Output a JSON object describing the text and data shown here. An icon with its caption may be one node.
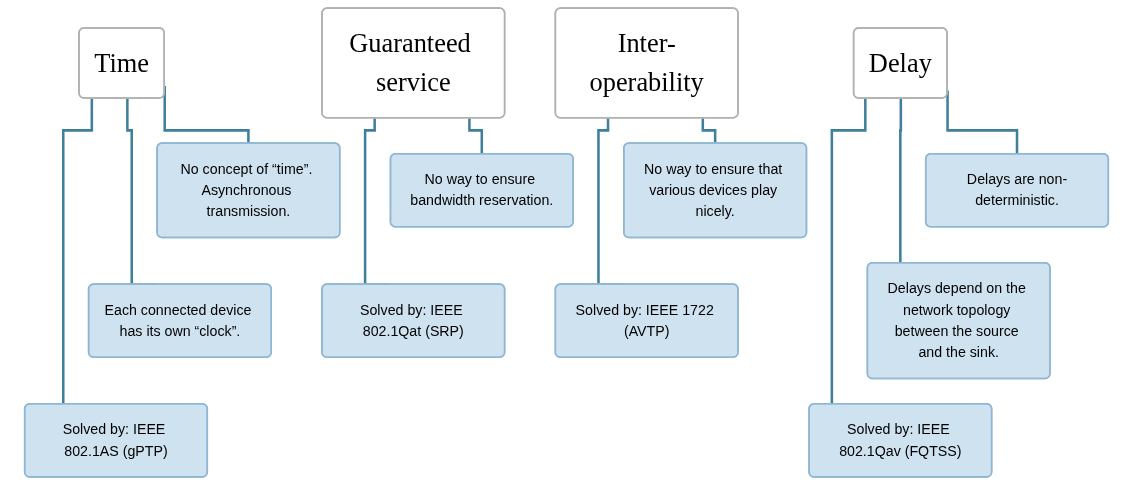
{
  "diagram": {
    "nodes": [
      {
        "text": [
          "Time"
        ]
      },
      {
        "text": [
          "No concept of “time”. Asynchronous transmission."
        ]
      },
      {
        "text": [
          "Each connected device has its own “clock”."
        ]
      },
      {
        "text": [
          "Solved by: IEEE 802.1AS (gPTP)"
        ]
      },
      {
        "text": [
          "Delay"
        ]
      },
      {
        "text": [
          "Delays are non-deterministic."
        ]
      },
      {
        "text": [
          "Delays depend on the network topology between the source and the sink."
        ]
      },
      {
        "text": [
          "Solved by: IEEE 802.1Qav (FQTSS)"
        ]
      },
      {
        "text": [
          "Guaranteed service"
        ]
      },
      {
        "text": [
          "No way to ensure bandwidth reservation."
        ]
      },
      {
        "text": [
          "Solved by: IEEE 802.1Qat (SRP)"
        ]
      },
      {
        "text": [
          "Inter-operability"
        ]
      },
      {
        "text": [
          "No way to ensure that various devices play nicely."
        ]
      },
      {
        "text": [
          "Solved by: IEEE 1722 (AVTP)"
        ]
      }
    ],
    "edges": [
      {
        "from": 0,
        "to": 1,
        "arrow": "none"
      },
      {
        "from": 0,
        "to": 2,
        "arrow": "none"
      },
      {
        "from": 0,
        "to": 3,
        "arrow": "none"
      },
      {
        "from": 4,
        "to": 5,
        "arrow": "none"
      },
      {
        "from": 4,
        "to": 6,
        "arrow": "none"
      },
      {
        "from": 4,
        "to": 7,
        "arrow": "none"
      },
      {
        "from": 8,
        "to": 9,
        "arrow": "none"
      },
      {
        "from": 8,
        "to": 10,
        "arrow": "none"
      },
      {
        "from": 11,
        "to": 12,
        "arrow": "none"
      },
      {
        "from": 11,
        "to": 13,
        "arrow": "none"
      }
    ]
  }
}
